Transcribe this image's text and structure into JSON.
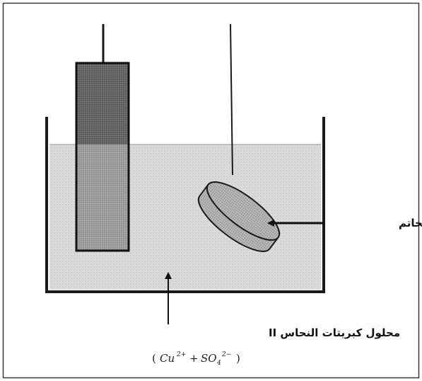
{
  "labels": {
    "ring": "الخاتم",
    "solution": "محلول كبريتات النحاس II"
  },
  "formula": {
    "open_paren": "(",
    "cu": "Cu",
    "cu_charge": "2+",
    "plus": "+",
    "so": "SO",
    "so_sub": "4",
    "so_charge": "2−",
    "close_paren": ")"
  },
  "colors": {
    "frame": "#333333",
    "solution_fill": "#dedede",
    "electrode_top": "#6a6a6a",
    "electrode_bottom": "#9c9c9c",
    "ring_fill": "#a9a9a9",
    "outline": "#1a1a1a",
    "text": "#111111"
  }
}
